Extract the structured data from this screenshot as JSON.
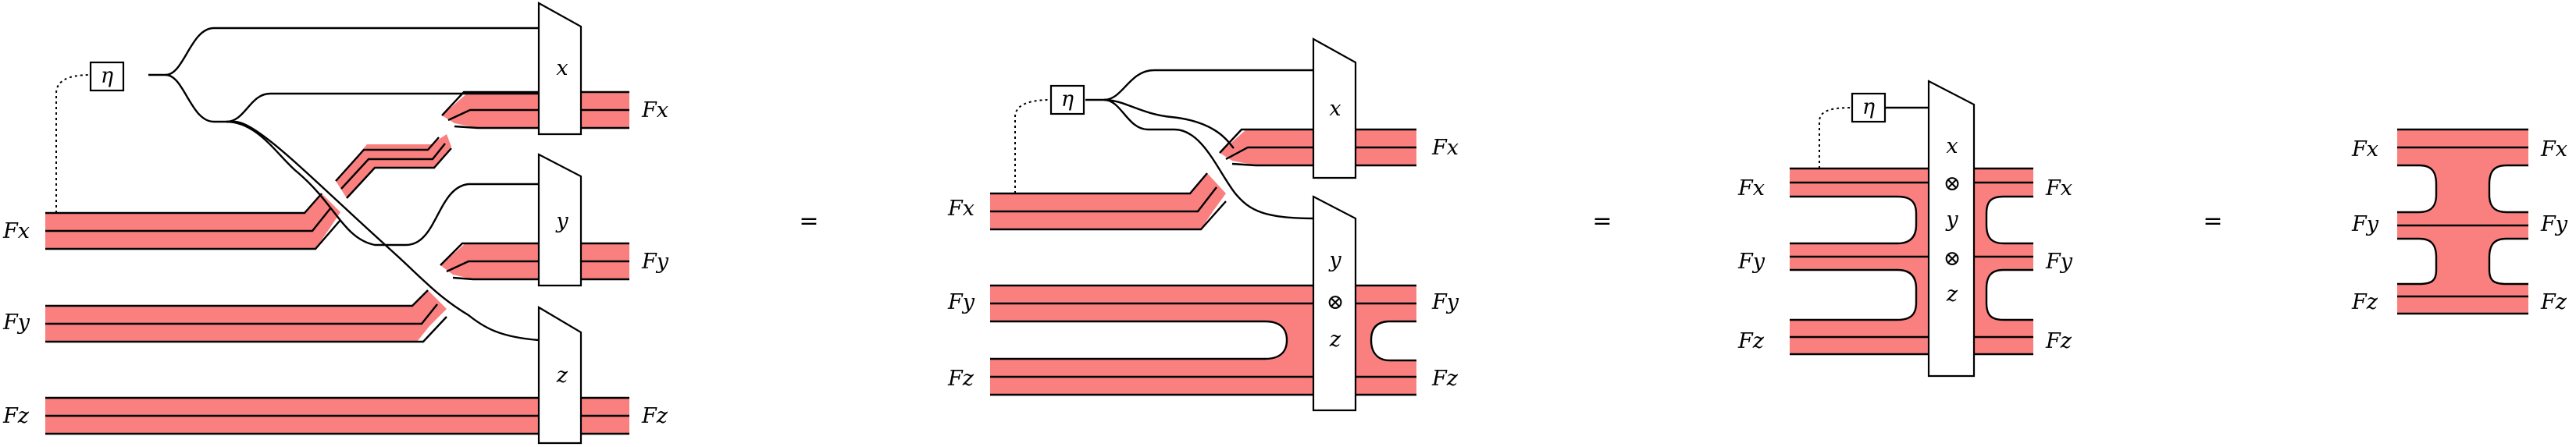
{
  "colors": {
    "ribbon": "#fa8080",
    "stroke": "#000000",
    "background": "#ffffff"
  },
  "symbols": {
    "eta": "η",
    "equals": "=",
    "tensor": "⊗"
  },
  "labels": {
    "Fx": "Fx",
    "Fy": "Fy",
    "Fz": "Fz",
    "x": "x",
    "y": "y",
    "z": "z"
  },
  "panels": [
    {
      "name": "panel-1",
      "inputs": [
        "Fx",
        "Fy",
        "Fz"
      ],
      "outputs": [
        "Fx",
        "Fy",
        "Fz"
      ],
      "boxes": [
        "x",
        "y",
        "z"
      ]
    },
    {
      "name": "panel-2",
      "inputs": [
        "Fx",
        "Fy",
        "Fz"
      ],
      "outputs": [
        "Fx",
        "Fy",
        "Fz"
      ],
      "boxes": [
        "x",
        "y ⊗ z"
      ]
    },
    {
      "name": "panel-3",
      "inputs": [
        "Fx",
        "Fy",
        "Fz"
      ],
      "outputs": [
        "Fx",
        "Fy",
        "Fz"
      ],
      "boxes": [
        "x ⊗ y ⊗ z"
      ]
    },
    {
      "name": "panel-4",
      "inputs": [
        "Fx",
        "Fy",
        "Fz"
      ],
      "outputs": [
        "Fx",
        "Fy",
        "Fz"
      ],
      "boxes": []
    }
  ]
}
